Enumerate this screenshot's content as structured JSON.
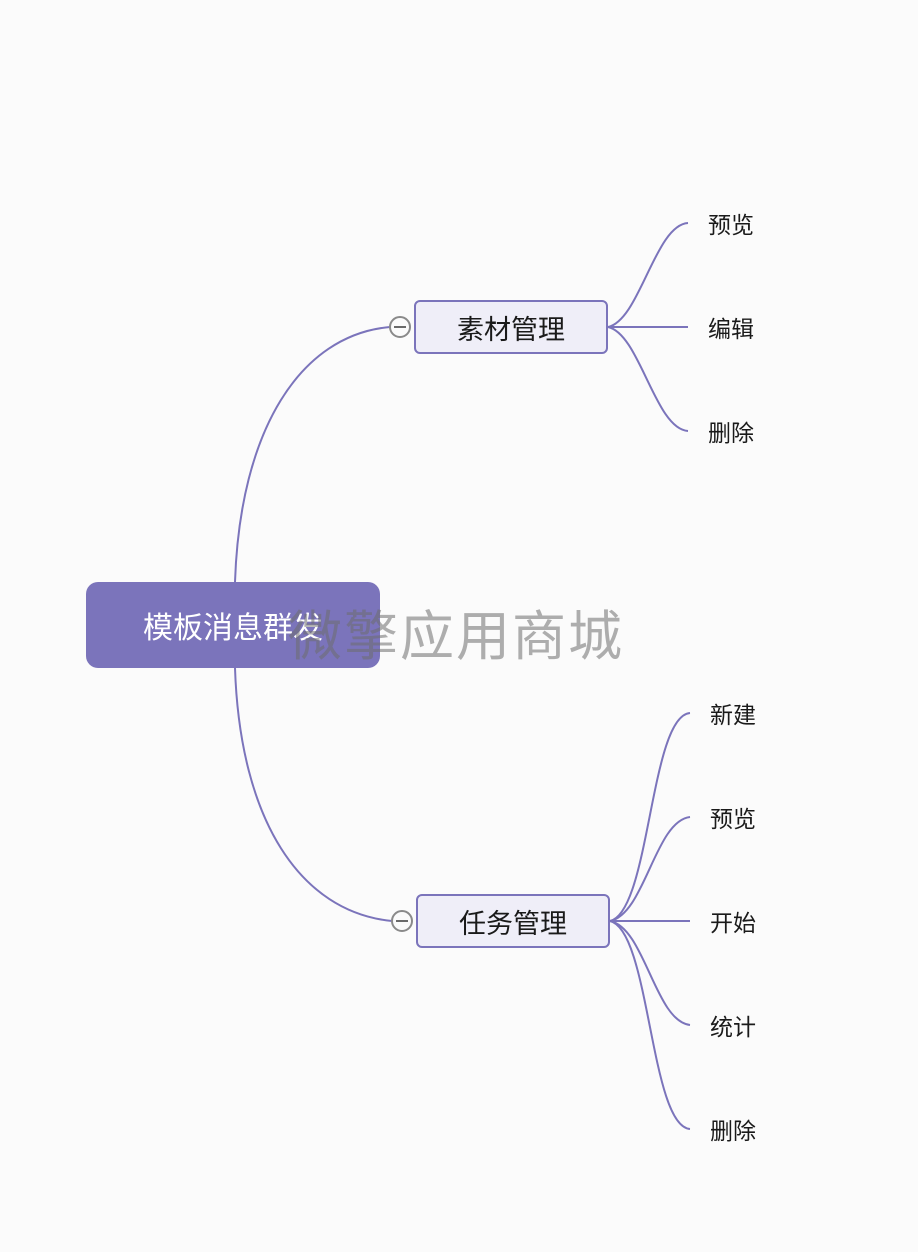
{
  "colors": {
    "accent": "#7b74bb",
    "branch_fill": "#efeef8",
    "background": "#fbfbfb",
    "connector": "#7b74bb"
  },
  "root": {
    "label": "模板消息群发"
  },
  "branches": [
    {
      "label": "素材管理",
      "children": [
        "预览",
        "编辑",
        "删除"
      ]
    },
    {
      "label": "任务管理",
      "children": [
        "新建",
        "预览",
        "开始",
        "统计",
        "删除"
      ]
    }
  ],
  "watermark": "微擎应用商城"
}
